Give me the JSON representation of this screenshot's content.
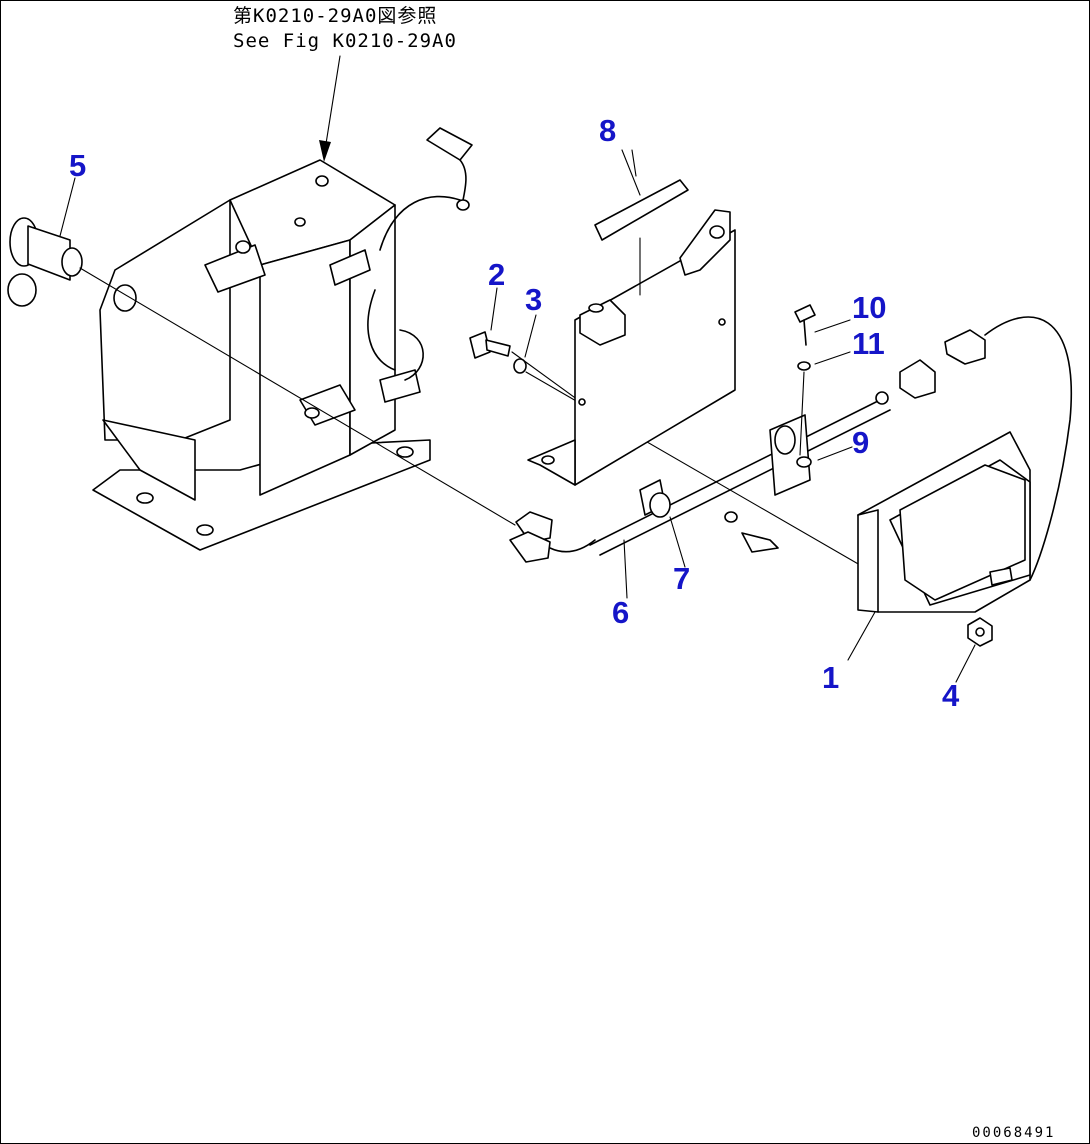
{
  "reference_note": {
    "line1": "第K0210-29A0図参照",
    "line2": "See Fig K0210-29A0"
  },
  "callouts": [
    "1",
    "2",
    "3",
    "4",
    "5",
    "6",
    "7",
    "8",
    "9",
    "10",
    "11"
  ],
  "drawing_code": "00068491"
}
